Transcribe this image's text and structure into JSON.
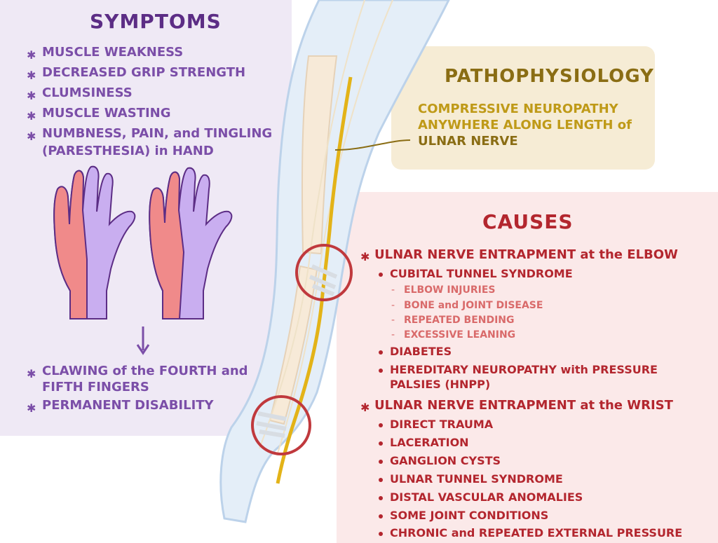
{
  "symptoms": {
    "title": "SYMPTOMS",
    "items": [
      "MUSCLE WEAKNESS",
      "DECREASED GRIP STRENGTH",
      "CLUMSINESS",
      "MUSCLE WASTING",
      "NUMBNESS, PAIN, and TINGLING",
      "(PARESTHESIA) in HAND"
    ],
    "outcomes": [
      "CLAWING of the FOURTH and",
      "FIFTH FINGERS",
      "PERMANENT DISABILITY"
    ]
  },
  "pathophysiology": {
    "title": "PATHOPHYSIOLOGY",
    "lines": [
      "COMPRESSIVE NEUROPATHY",
      "ANYWHERE ALONG LENGTH of",
      "ULNAR NERVE"
    ]
  },
  "causes": {
    "title": "CAUSES",
    "elbow": {
      "heading": "ULNAR NERVE ENTRAPMENT at the ELBOW",
      "items": [
        "CUBITAL TUNNEL SYNDROME",
        "DIABETES",
        "HEREDITARY NEUROPATHY with PRESSURE",
        "PALSIES (HNPP)"
      ],
      "subitems": [
        "ELBOW INJURIES",
        "BONE and JOINT DISEASE",
        "REPEATED BENDING",
        "EXCESSIVE LEANING"
      ]
    },
    "wrist": {
      "heading": "ULNAR NERVE ENTRAPMENT at the WRIST",
      "items": [
        "DIRECT TRAUMA",
        "LACERATION",
        "GANGLION CYSTS",
        "ULNAR TUNNEL SYNDROME",
        "DISTAL VASCULAR ANOMALIES",
        "SOME JOINT CONDITIONS",
        "CHRONIC and REPEATED EXTERNAL PRESSURE"
      ]
    }
  },
  "colors": {
    "symptoms_accent": "#5c2d85",
    "patho_accent": "#8a6d14",
    "causes_accent": "#b3262e",
    "nerve": "#e3b318",
    "affected_area": "#f08a8a",
    "hand_fill": "#c9aef0"
  }
}
